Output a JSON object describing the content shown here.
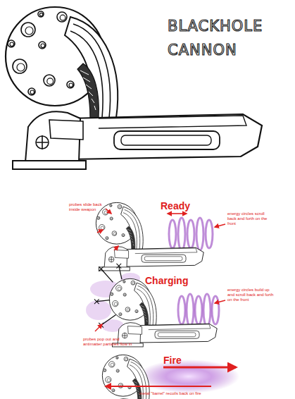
{
  "diagram": {
    "title": "BLACKHOLE CANNON",
    "labels": [
      "Ready",
      "probes slide back inside weapon",
      "energy circles scroll back and forth on the front",
      "Charging",
      "energy circles build up and scroll back and forth on the front",
      "probes pop out and antimatter particles flow in",
      "Fire",
      "metal \"barrel\" recoils back on fire"
    ]
  }
}
